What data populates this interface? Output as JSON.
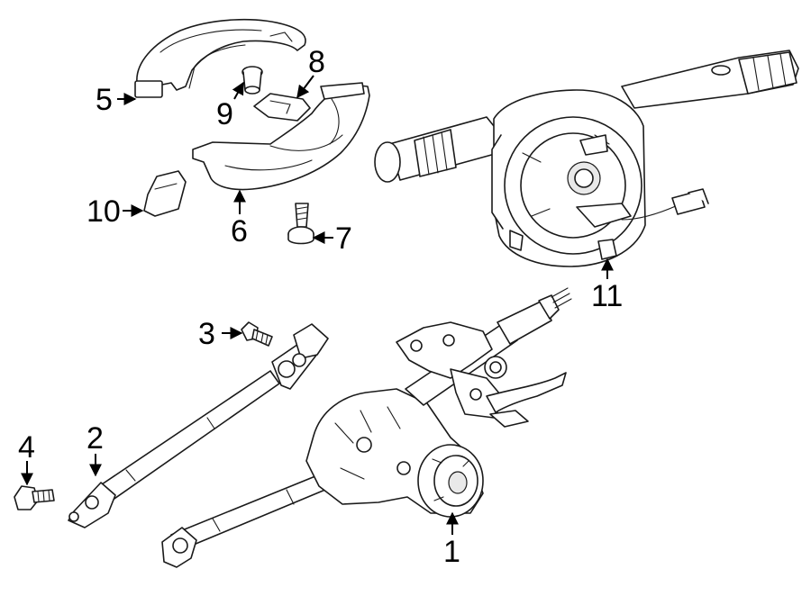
{
  "diagram": {
    "callouts": [
      {
        "id": "1",
        "label": "1"
      },
      {
        "id": "2",
        "label": "2"
      },
      {
        "id": "3",
        "label": "3"
      },
      {
        "id": "4",
        "label": "4"
      },
      {
        "id": "5",
        "label": "5"
      },
      {
        "id": "6",
        "label": "6"
      },
      {
        "id": "7",
        "label": "7"
      },
      {
        "id": "8",
        "label": "8"
      },
      {
        "id": "9",
        "label": "9"
      },
      {
        "id": "10",
        "label": "10"
      },
      {
        "id": "11",
        "label": "11"
      }
    ],
    "colors": {
      "line": "#1a1a1a",
      "fill": "#ffffff",
      "shade": "#e9e9e9"
    }
  }
}
